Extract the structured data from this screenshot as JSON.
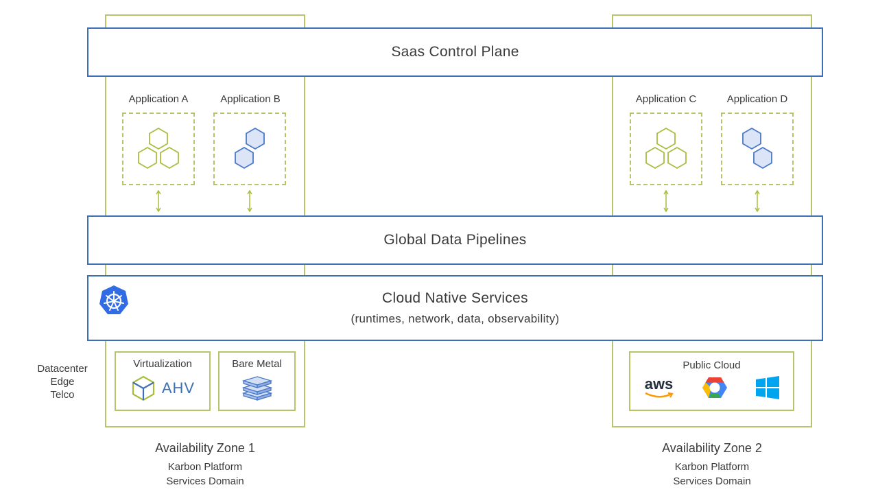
{
  "bands": {
    "control_plane": "Saas Control Plane",
    "data_pipelines": "Global Data Pipelines",
    "cloud_native_title": "Cloud Native Services",
    "cloud_native_sub": "(runtimes, network, data, observability)"
  },
  "apps": [
    {
      "label": "Application A",
      "icon": "triple-hex-icon"
    },
    {
      "label": "Application B",
      "icon": "double-hex-icon"
    },
    {
      "label": "Application C",
      "icon": "triple-hex-icon"
    },
    {
      "label": "Application D",
      "icon": "double-hex-icon"
    }
  ],
  "infra": {
    "virtualization": "Virtualization",
    "ahv": "AHV",
    "bare_metal": "Bare Metal",
    "public_cloud": "Public Cloud",
    "aws": "aws"
  },
  "side_label": {
    "line1": "Datacenter",
    "line2": "Edge",
    "line3": "Telco"
  },
  "zones": [
    {
      "title": "Availability Zone 1",
      "sub1": "Karbon Platform",
      "sub2": "Services Domain"
    },
    {
      "title": "Availability Zone 2",
      "sub1": "Karbon Platform",
      "sub2": "Services Domain"
    }
  ],
  "colors": {
    "green": "#b5c56a",
    "blue": "#3d6fb6",
    "hex_green": "#a8bd3e",
    "hex_blue": "#4a78c8"
  }
}
